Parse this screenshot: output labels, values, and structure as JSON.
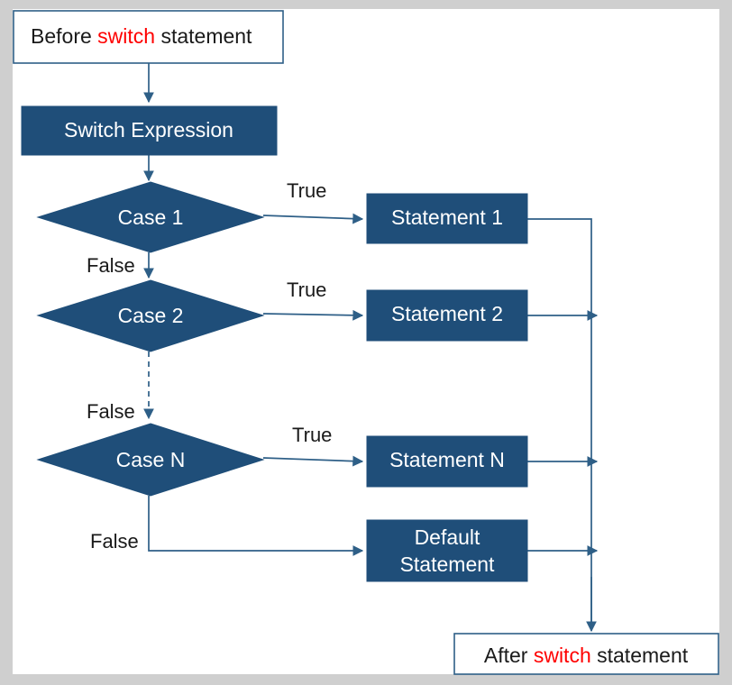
{
  "diagram": {
    "title": "switch statement flowchart",
    "colors": {
      "shape_fill": "#1F4E79",
      "connector": "#2E5F87",
      "keyword": "#FF0000",
      "page_background": "#cfcfcf",
      "canvas_background": "#ffffff"
    },
    "nodes": {
      "before": {
        "text_before": "Before ",
        "keyword": "switch",
        "text_after": " statement"
      },
      "switch_expression": {
        "label": "Switch Expression"
      },
      "case1": {
        "label": "Case 1"
      },
      "case2": {
        "label": "Case 2"
      },
      "caseN": {
        "label": "Case N"
      },
      "statement1": {
        "label": "Statement 1"
      },
      "statement2": {
        "label": "Statement 2"
      },
      "statementN": {
        "label": "Statement N"
      },
      "default_statement": {
        "line1": "Default",
        "line2": "Statement"
      },
      "after": {
        "text_before": "After ",
        "keyword": "switch",
        "text_after": " statement"
      }
    },
    "edge_labels": {
      "true1": "True",
      "true2": "True",
      "trueN": "True",
      "false1": "False",
      "false2": "False",
      "falseN": "False"
    }
  }
}
